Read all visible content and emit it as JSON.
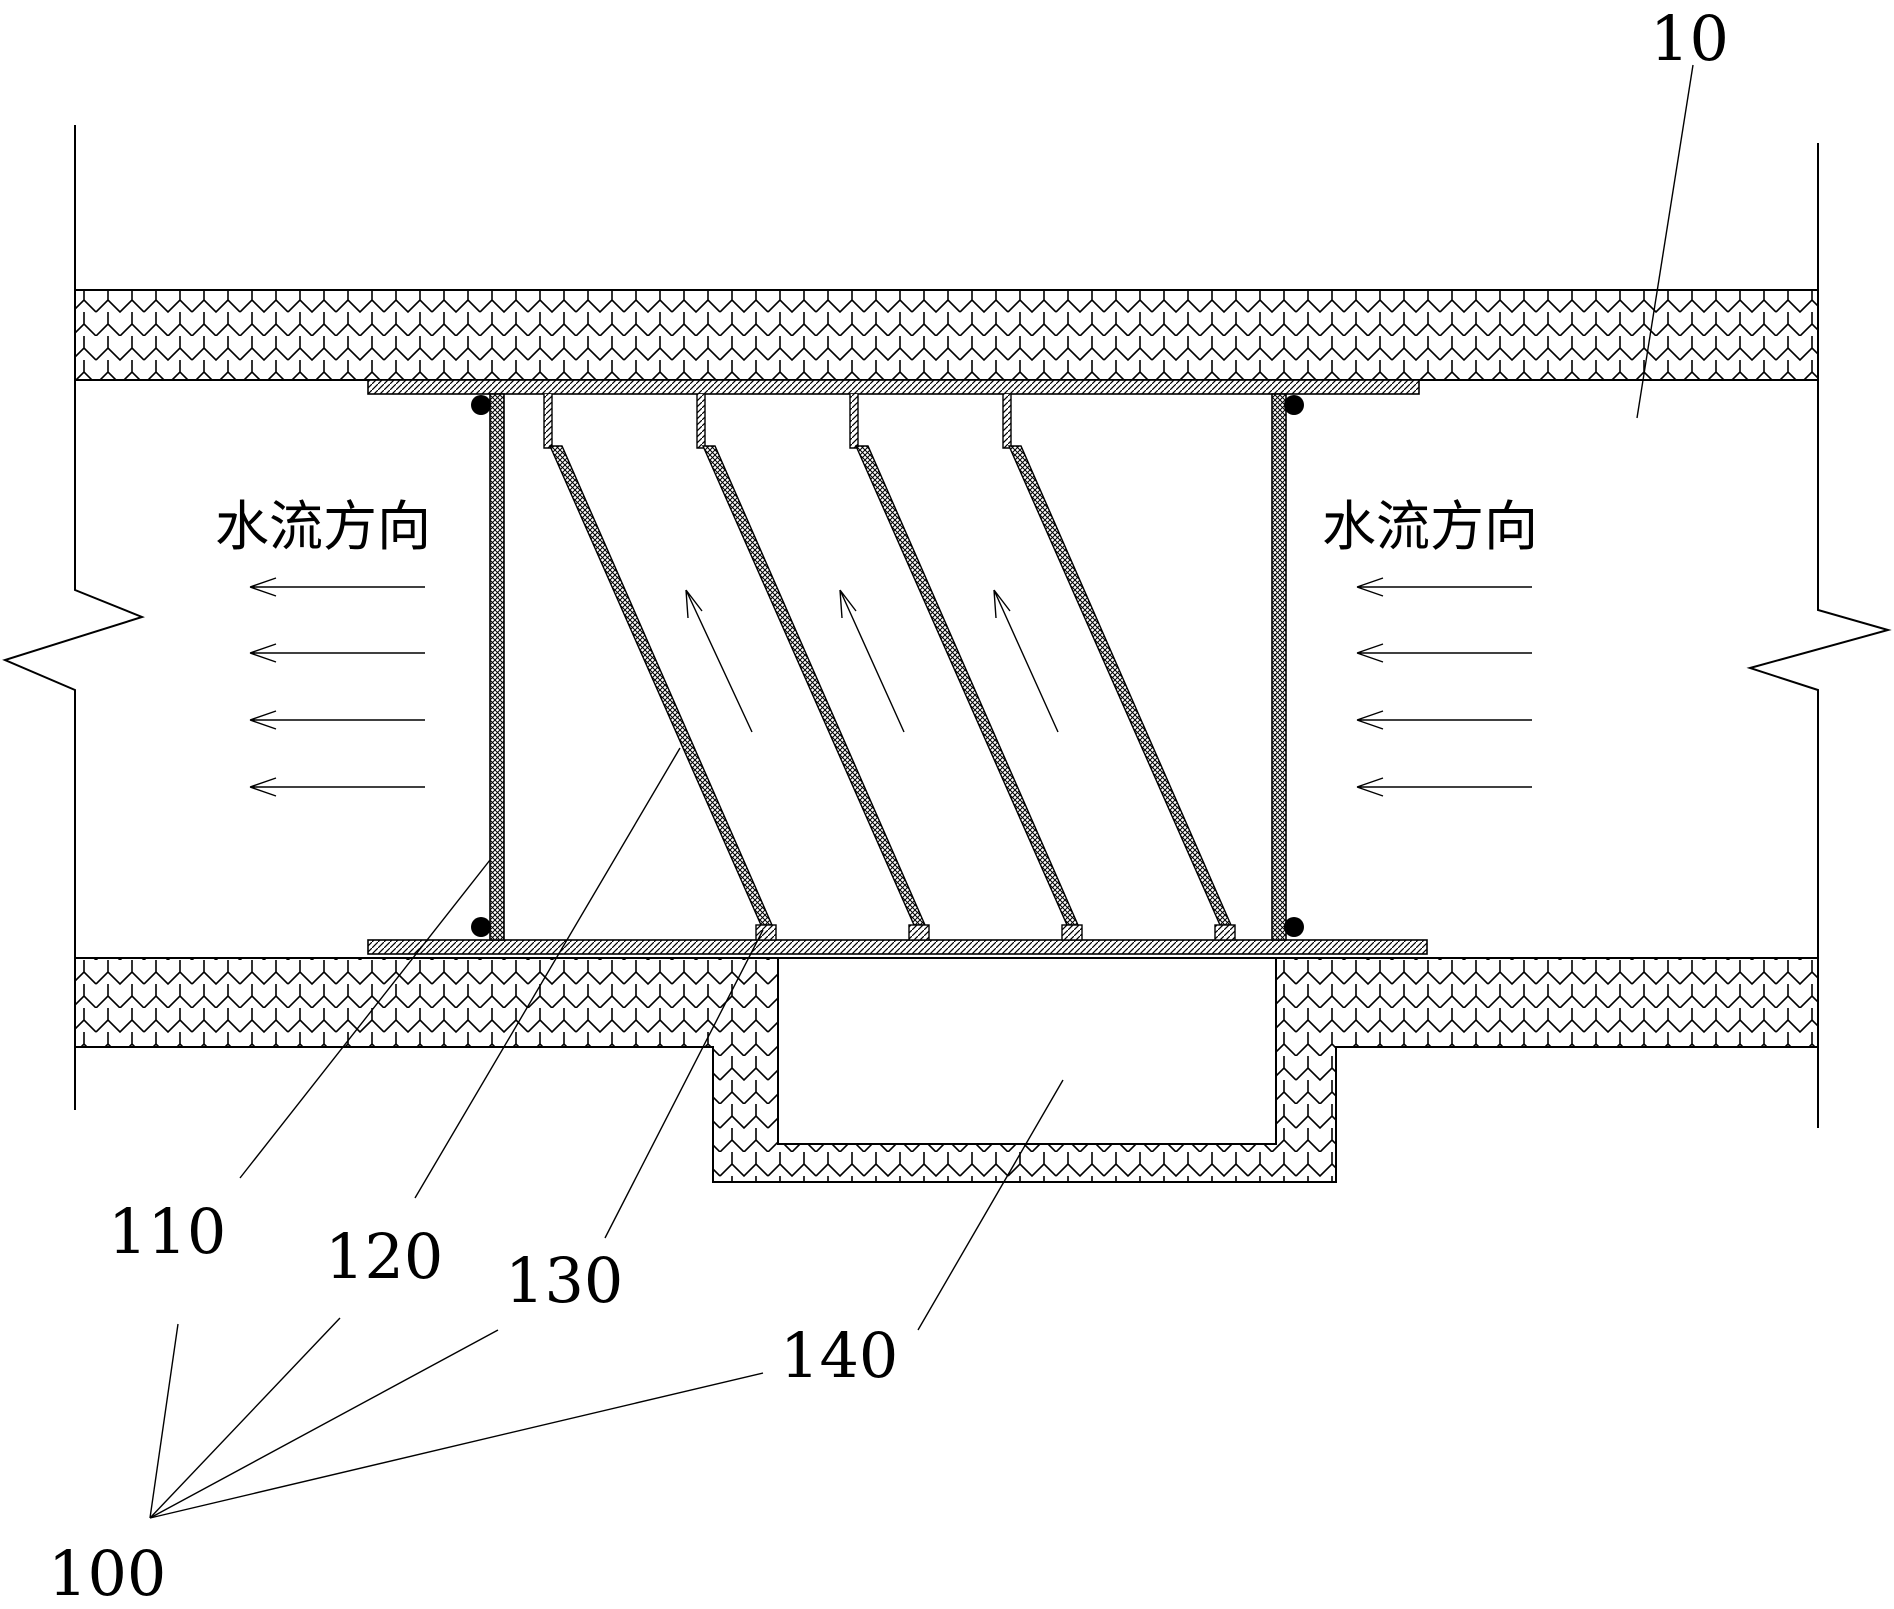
{
  "labels": {
    "pipe": "10",
    "device": "100",
    "end_plate": "110",
    "baffle": "120",
    "mount_plate": "130",
    "sump": "140"
  },
  "flow_text_left": "水流方向",
  "flow_text_right": "水流方向",
  "colors": {
    "line": "#000000",
    "background": "#ffffff"
  }
}
